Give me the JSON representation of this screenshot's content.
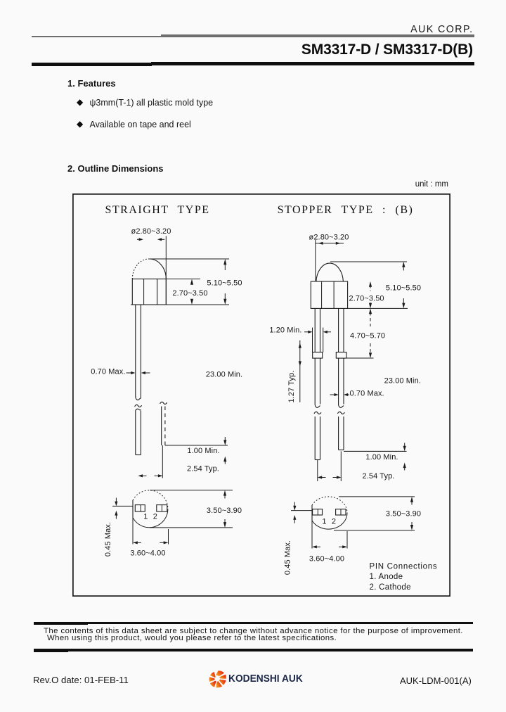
{
  "header": {
    "company": "AUK CORP.",
    "title": "SM3317-D / SM3317-D(B)"
  },
  "features": {
    "heading": "1. Features",
    "bullet_icon": "◆",
    "items": [
      "ψ3mm(T-1) all plastic mold type",
      "Available on tape and reel"
    ]
  },
  "outline": {
    "heading": "2. Outline Dimensions",
    "unit_note": "unit : mm"
  },
  "straight": {
    "title": "STRAIGHT TYPE",
    "dims": {
      "diameter": "ø2.80~3.20",
      "body_height": "2.70~3.50",
      "total_height": "5.10~5.50",
      "lead_width": "0.70 Max.",
      "lead_length": "23.00 Min.",
      "lead_tip": "1.00 Min.",
      "lead_pitch": "2.54 Typ.",
      "flange_view_height": "3.50~3.90",
      "flat_depth": "0.45 Max.",
      "flange_diameter": "3.60~4.00",
      "pad1": "1",
      "pad2": "2"
    }
  },
  "stopper": {
    "title": "STOPPER TYPE : (B)",
    "dims": {
      "diameter": "ø2.80~3.20",
      "body_height": "2.70~3.50",
      "total_height": "5.10~5.50",
      "stopper_width": "1.20 Min.",
      "stopper_offset": "4.70~5.70",
      "stopper_pitch": "1.27 Typ.",
      "lead_width": "0.70 Max.",
      "lead_length": "23.00 Min.",
      "lead_tip": "1.00 Min.",
      "lead_pitch": "2.54 Typ.",
      "flange_view_height": "3.50~3.90",
      "flat_depth": "0.45 Max.",
      "flange_diameter": "3.60~4.00",
      "pad1": "1",
      "pad2": "2"
    }
  },
  "pin_connections": {
    "heading": "PIN Connections",
    "pin1": "1. Anode",
    "pin2": "2. Cathode"
  },
  "notice": {
    "line1": "The contents of this data sheet are subject to change without advance notice for the purpose of improvement.",
    "line2": "When using this product, would you please refer to the latest specifications."
  },
  "footer": {
    "revision": "Rev.O date: 01-FEB-11",
    "logo_text": "KODENSHI AUK",
    "doc_number": "AUK-LDM-001(A)"
  },
  "colors": {
    "page_bg": "#fafafa",
    "ink": "#161616",
    "gray_rule": "#6d6d6d",
    "black_bar": "#0e0e0e",
    "logo_orange_light": "#f9b134",
    "logo_orange_dark": "#e62310",
    "logo_navy": "#1c2747"
  }
}
